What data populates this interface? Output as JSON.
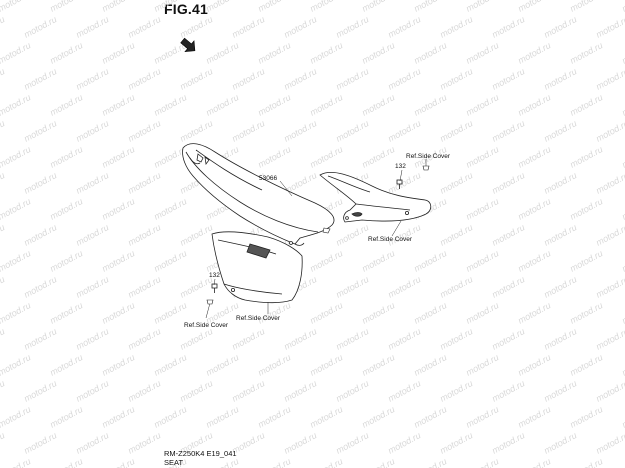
{
  "figure": {
    "title": "FIG.41"
  },
  "watermark": {
    "text": "motod.ru"
  },
  "labels": {
    "seat_part": "53066",
    "bolt_right": "132",
    "bolt_left": "132",
    "ref_side_cover_right": "Ref.Side Cover",
    "ref_side_cover_lower": "Ref.Side Cover",
    "ref_side_cover_left": "Ref.Side Cover"
  },
  "footer": {
    "code": "RM-Z250K4 E19_041",
    "name": "SEAT"
  }
}
